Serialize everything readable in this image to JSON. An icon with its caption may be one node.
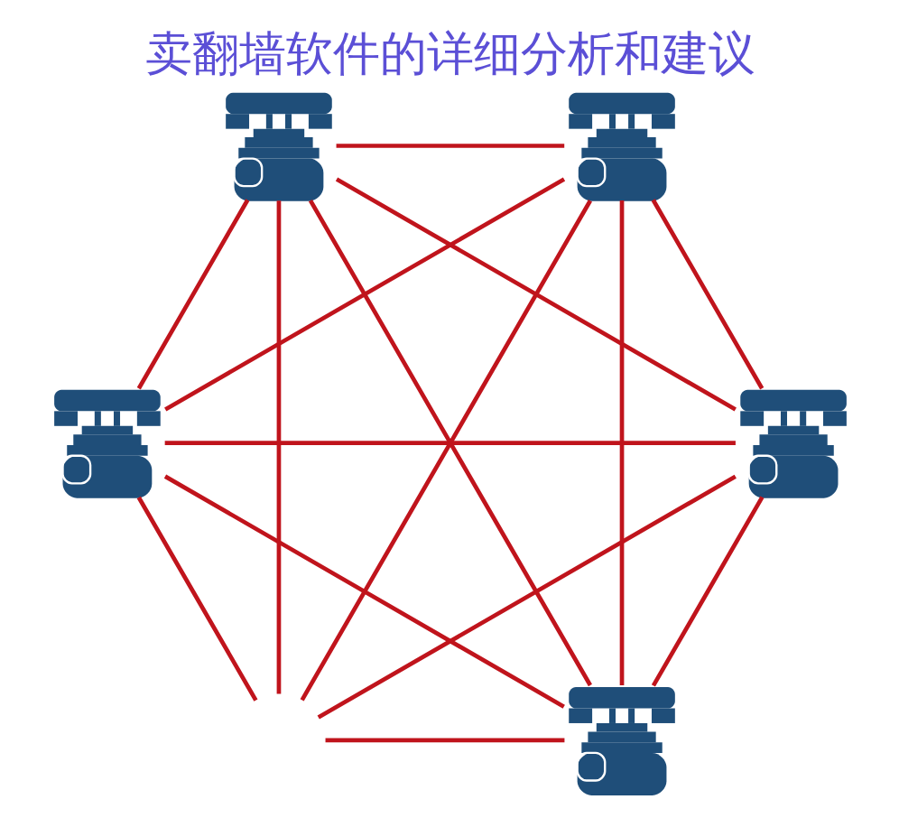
{
  "diagram": {
    "title": "卖翻墙软件的详细分析和建议",
    "nodes": [
      {
        "text": [],
        "shape": "picture"
      },
      {
        "text": [],
        "shape": "picture"
      },
      {
        "text": [],
        "shape": "picture"
      },
      {
        "text": [],
        "shape": "picture"
      },
      {
        "text": [],
        "shape": "picture"
      }
    ],
    "edges": [
      {
        "from": 0,
        "to": 1,
        "arrow": "none"
      },
      {
        "from": 0,
        "to": 2,
        "arrow": "none"
      },
      {
        "from": 0,
        "to": 3,
        "arrow": "none"
      },
      {
        "from": 0,
        "to": 4,
        "arrow": "none"
      },
      {
        "from": 0,
        "to": null,
        "arrow": "none"
      },
      {
        "from": 1,
        "to": 2,
        "arrow": "none"
      },
      {
        "from": 1,
        "to": 3,
        "arrow": "none"
      },
      {
        "from": 1,
        "to": 4,
        "arrow": "none"
      },
      {
        "from": 1,
        "to": null,
        "arrow": "none"
      },
      {
        "from": 2,
        "to": 3,
        "arrow": "none"
      },
      {
        "from": 2,
        "to": 4,
        "arrow": "none"
      },
      {
        "from": 2,
        "to": null,
        "arrow": "none"
      },
      {
        "from": 3,
        "to": 4,
        "arrow": "none"
      },
      {
        "from": 3,
        "to": null,
        "arrow": "none"
      },
      {
        "from": 4,
        "to": null,
        "arrow": "none"
      }
    ]
  }
}
